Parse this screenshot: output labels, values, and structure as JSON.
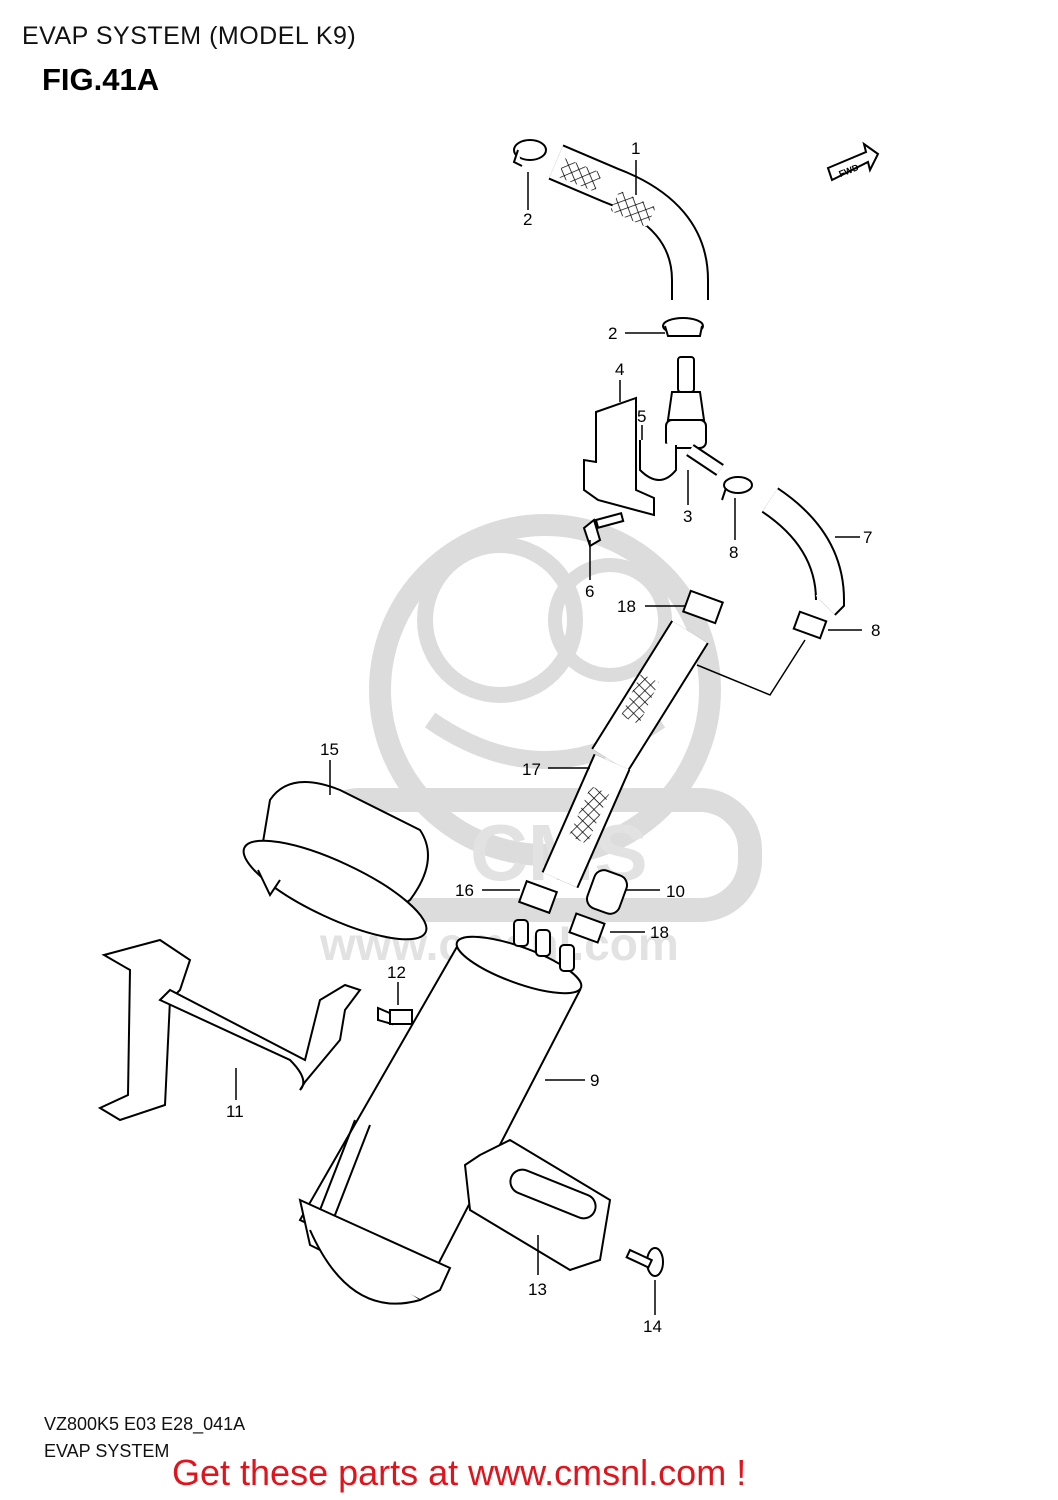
{
  "header": {
    "title": "EVAP SYSTEM (MODEL K9)",
    "figure": "FIG.41A"
  },
  "watermark": {
    "text": "www.cmsnl.com",
    "brand": "CMS"
  },
  "direction_badge": "FWD",
  "callouts": [
    "1",
    "2",
    "2",
    "3",
    "4",
    "5",
    "6",
    "7",
    "8",
    "8",
    "9",
    "10",
    "11",
    "12",
    "13",
    "14",
    "15",
    "16",
    "17",
    "18",
    "18"
  ],
  "footer": {
    "code": "VZ800K5 E03 E28_041A",
    "subtitle": "EVAP SYSTEM",
    "promo": "Get these parts at www.cmsnl.com !"
  },
  "colors": {
    "promo": "#e0141c",
    "watermark": "#d9d9d9",
    "lines": "#000000"
  }
}
